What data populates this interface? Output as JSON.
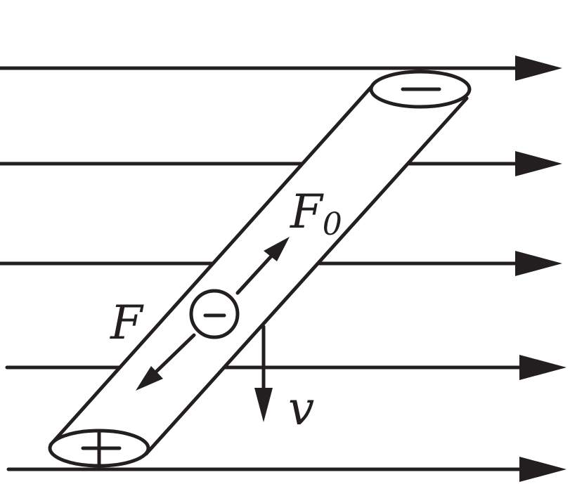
{
  "labels": {
    "force_f0": "F",
    "force_f0_subscript": "0",
    "force_f": "F",
    "velocity": "v"
  },
  "charges": {
    "top_end": "−",
    "bottom_end": "+",
    "particle": "-"
  },
  "colors": {
    "ink": "#231f20",
    "background": "#ffffff"
  }
}
